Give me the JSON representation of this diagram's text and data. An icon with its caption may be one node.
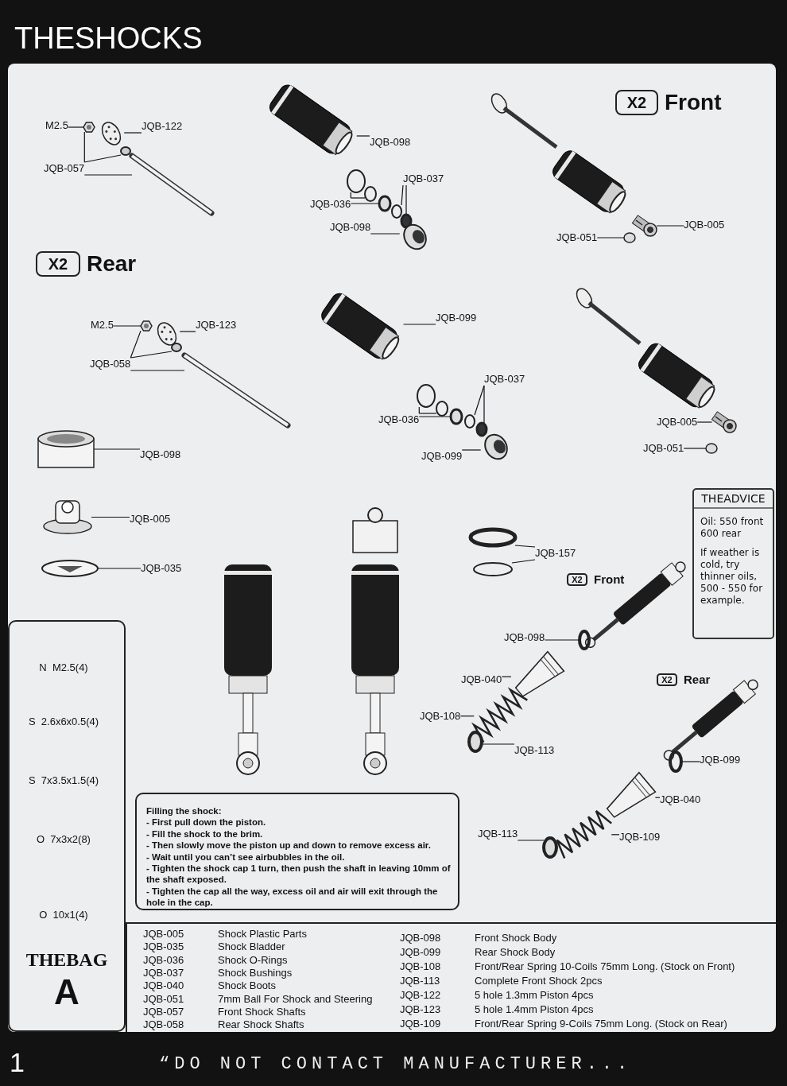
{
  "diagram": {
    "title": "THESHOCKS",
    "nodes": [
      {
        "text": [
          "M2.5"
        ]
      },
      {
        "text": [
          "JQB-122"
        ]
      },
      {
        "text": [
          "JQB-057"
        ]
      },
      {
        "text": [
          "JQB-098"
        ]
      },
      {
        "text": [
          "JQB-037"
        ]
      },
      {
        "text": [
          "JQB-036"
        ]
      },
      {
        "text": [
          "JQB-098"
        ]
      },
      {
        "text": [
          "X2"
        ],
        "beside": [
          "Front"
        ]
      },
      {
        "text": [
          "JQB-005"
        ]
      },
      {
        "text": [
          "JQB-051"
        ]
      },
      {
        "text": [
          "X2"
        ],
        "beside": [
          "Rear"
        ]
      },
      {
        "text": [
          "M2.5"
        ]
      },
      {
        "text": [
          "JQB-123"
        ]
      },
      {
        "text": [
          "JQB-058"
        ]
      },
      {
        "text": [
          "JQB-099"
        ]
      },
      {
        "text": [
          "JQB-037"
        ]
      },
      {
        "text": [
          "JQB-036"
        ]
      },
      {
        "text": [
          "JQB-099"
        ]
      },
      {
        "text": [
          "JQB-005"
        ]
      },
      {
        "text": [
          "JQB-051"
        ]
      },
      {
        "text": [
          "JQB-098"
        ]
      },
      {
        "text": [
          "JQB-005"
        ]
      },
      {
        "text": [
          "JQB-035"
        ]
      },
      {
        "text": [
          "JQB-157"
        ]
      },
      {
        "text": [
          "THEADVICE",
          "Oil: 550 front 600 rear",
          "If weather is cold, try thinner oils, 500 - 550 for example."
        ]
      },
      {
        "text": [
          "X2"
        ],
        "beside": [
          "Front"
        ]
      },
      {
        "text": [
          "JQB-098"
        ]
      },
      {
        "text": [
          "JQB-040"
        ]
      },
      {
        "text": [
          "JQB-108"
        ]
      },
      {
        "text": [
          "JQB-113"
        ]
      },
      {
        "text": [
          "X2"
        ],
        "beside": [
          "Rear"
        ]
      },
      {
        "text": [
          "JQB-099"
        ]
      },
      {
        "text": [
          "JQB-040"
        ]
      },
      {
        "text": [
          "JQB-113"
        ]
      },
      {
        "text": [
          "JQB-109"
        ]
      },
      {
        "text": [
          "THEBAG",
          "A"
        ]
      },
      {
        "text": [
          "Filling the shock:",
          "- First pull down the piston.",
          "- Fill the shock to the brim.",
          "- Then slowly move the piston up and down to remove excess air.",
          "- Wait until you can’t see airbubbles in the oil.",
          "- Tighten the shock cap 1 turn, then push the shaft in leaving 10mm of the shaft exposed.",
          "- Tighten the cap all the way, excess oil and air will exit through the hole in the cap."
        ]
      },
      {
        "text": [],
        "shape": "picture"
      },
      {
        "text": [],
        "shape": "picture"
      },
      {
        "text": [],
        "shape": "circle"
      },
      {
        "text": [],
        "shape": "picture"
      },
      {
        "text": [],
        "shape": "circle"
      },
      {
        "text": [],
        "shape": "circle"
      },
      {
        "text": [],
        "shape": "circle"
      },
      {
        "text": [],
        "shape": "circle"
      },
      {
        "text": [],
        "shape": "circle"
      },
      {
        "text": [],
        "shape": "picture"
      },
      {
        "text": [],
        "shape": "picture"
      },
      {
        "text": [],
        "shape": "circle"
      },
      {
        "text": [],
        "shape": "picture"
      },
      {
        "text": [],
        "shape": "picture"
      },
      {
        "text": [],
        "shape": "circle"
      },
      {
        "text": [],
        "shape": "picture"
      },
      {
        "text": [],
        "shape": "circle"
      },
      {
        "text": [],
        "shape": "circle"
      },
      {
        "text": [],
        "shape": "circle"
      },
      {
        "text": [],
        "shape": "circle"
      },
      {
        "text": [],
        "shape": "circle"
      },
      {
        "text": [],
        "shape": "picture"
      },
      {
        "text": [],
        "shape": "picture"
      },
      {
        "text": [],
        "shape": "circle"
      },
      {
        "text": [],
        "shape": "picture"
      },
      {
        "text": [],
        "shape": "picture"
      },
      {
        "text": [],
        "shape": "picture"
      },
      {
        "text": [],
        "shape": "circle"
      },
      {
        "text": [],
        "shape": "circle"
      },
      {
        "text": [],
        "shape": "circle"
      },
      {
        "text": [],
        "shape": "picture"
      },
      {
        "text": [],
        "shape": "picture"
      },
      {
        "text": [],
        "shape": "circle"
      },
      {
        "text": [],
        "shape": "circle"
      },
      {
        "text": [],
        "shape": "picture"
      },
      {
        "text": [],
        "shape": "circle"
      },
      {
        "text": [],
        "shape": "picture"
      },
      {
        "text": [],
        "shape": "picture"
      },
      {
        "text": [],
        "shape": "picture"
      }
    ],
    "edges": [
      {
        "from": 0,
        "to": 37,
        "arrow": "none"
      },
      {
        "from": 1,
        "to": 38,
        "arrow": "none"
      },
      {
        "from": 2,
        "to": 37,
        "arrow": "none"
      },
      {
        "from": 2,
        "to": 39,
        "arrow": "none"
      },
      {
        "from": 2,
        "to": 74,
        "arrow": "none"
      },
      {
        "from": 3,
        "to": 40,
        "arrow": "none"
      },
      {
        "from": 4,
        "to": 44,
        "arrow": "none"
      },
      {
        "from": 4,
        "to": 45,
        "arrow": "none"
      },
      {
        "from": 5,
        "to": 41,
        "arrow": "none"
      },
      {
        "from": 5,
        "to": 42,
        "arrow": "none"
      },
      {
        "from": 5,
        "to": 43,
        "arrow": "none"
      },
      {
        "from": 6,
        "to": 46,
        "arrow": "none"
      },
      {
        "from": 8,
        "to": 47,
        "arrow": "none"
      },
      {
        "from": 9,
        "to": 48,
        "arrow": "none"
      },
      {
        "from": 11,
        "to": 49,
        "arrow": "none"
      },
      {
        "from": 12,
        "to": 50,
        "arrow": "none"
      },
      {
        "from": 13,
        "to": 49,
        "arrow": "none"
      },
      {
        "from": 13,
        "to": 51,
        "arrow": "none"
      },
      {
        "from": 13,
        "to": 75,
        "arrow": "none"
      },
      {
        "from": 14,
        "to": 52,
        "arrow": "none"
      },
      {
        "from": 15,
        "to": 56,
        "arrow": "none"
      },
      {
        "from": 15,
        "to": 57,
        "arrow": "none"
      },
      {
        "from": 16,
        "to": 53,
        "arrow": "none"
      },
      {
        "from": 16,
        "to": 54,
        "arrow": "none"
      },
      {
        "from": 16,
        "to": 55,
        "arrow": "none"
      },
      {
        "from": 17,
        "to": 58,
        "arrow": "none"
      },
      {
        "from": 18,
        "to": 59,
        "arrow": "none"
      },
      {
        "from": 19,
        "to": 60,
        "arrow": "none"
      },
      {
        "from": 20,
        "to": 61,
        "arrow": "none"
      },
      {
        "from": 21,
        "to": 62,
        "arrow": "none"
      },
      {
        "from": 22,
        "to": 63,
        "arrow": "none"
      },
      {
        "from": 23,
        "to": 64,
        "arrow": "none"
      },
      {
        "from": 23,
        "to": 65,
        "arrow": "none"
      },
      {
        "from": 26,
        "to": 66,
        "arrow": "none"
      },
      {
        "from": 27,
        "to": 67,
        "arrow": "none"
      },
      {
        "from": 28,
        "to": 68,
        "arrow": "none"
      },
      {
        "from": 29,
        "to": 69,
        "arrow": "none"
      },
      {
        "from": 31,
        "to": 70,
        "arrow": "none"
      },
      {
        "from": 32,
        "to": 71,
        "arrow": "none"
      },
      {
        "from": 33,
        "to": 72,
        "arrow": "none"
      },
      {
        "from": 34,
        "to": 73,
        "arrow": "none"
      }
    ],
    "labels": [
      "N  M2.5(4)",
      "S  2.6x6x0.5(4)",
      "S  7x3.5x1.5(4)",
      "O  7x3x2(8)",
      "O  10x1(4)",
      "JQB-005",
      "Shock Plastic Parts",
      "JQB-035",
      "Shock Bladder",
      "JQB-036",
      "Shock O-Rings",
      "JQB-037",
      "Shock Bushings",
      "JQB-040",
      "Shock Boots",
      "JQB-051",
      "7mm Ball For Shock and Steering",
      "JQB-057",
      "Front Shock Shafts",
      "JQB-058",
      "Rear Shock Shafts",
      "JQB-098",
      "Front Shock Body",
      "JQB-099",
      "Rear Shock Body",
      "JQB-108",
      "Front/Rear Spring 10-Coils 75mm Long. (Stock on Front)",
      "JQB-113",
      "Complete Front Shock 2pcs",
      "JQB-122",
      "5 hole 1.3mm Piston 4pcs",
      "JQB-123",
      "5 hole 1.4mm Piston 4pcs",
      "JQB-109",
      "Front/Rear Spring 9-Coils 75mm Long. (Stock on Rear)",
      "1",
      "“DO NOT CONTACT MANUFACTURER..."
    ]
  }
}
